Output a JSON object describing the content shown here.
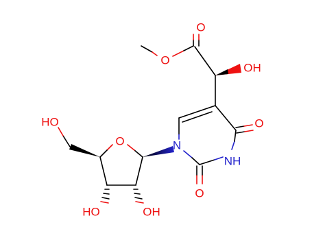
{
  "atoms": {
    "o_carbonyl_ester": "O",
    "o_ester": "O",
    "oh_side": "OH",
    "o_c4": "O",
    "n3h": "NH",
    "o_c2": "O",
    "n1": "N",
    "o_ring": "O",
    "ho_5prime": "HO",
    "ho_3prime": "HO",
    "oh_2prime": "OH"
  },
  "colors": {
    "oxygen": "#ee1111",
    "nitrogen": "#2222cc",
    "carbon_bond": "#000000",
    "background": "#ffffff"
  }
}
